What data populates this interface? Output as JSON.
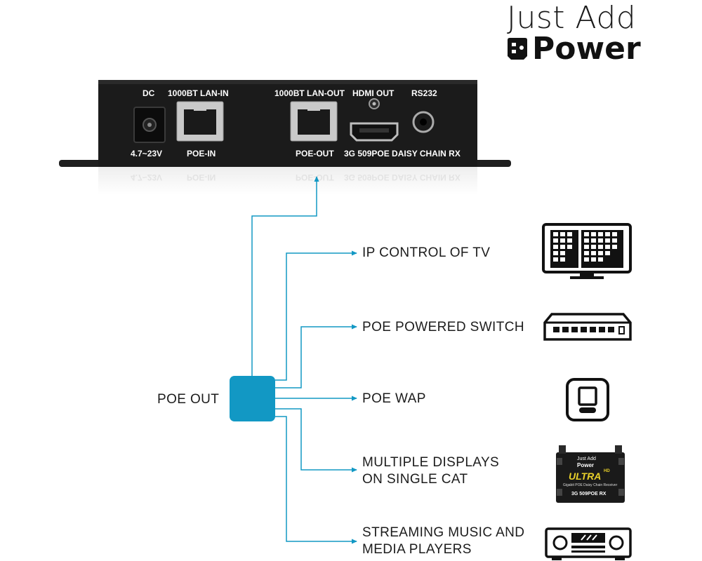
{
  "brand": {
    "line1": "Just Add",
    "line2": "Power"
  },
  "device": {
    "top_labels": [
      "DC",
      "1000BT LAN-IN",
      "1000BT LAN-OUT",
      "HDMI OUT",
      "RS232"
    ],
    "bottom_labels": [
      "4.7~23V",
      "POE-IN",
      "POE-OUT",
      "3G 509POE DAISY CHAIN RX"
    ]
  },
  "hub_label": "POE OUT",
  "outputs": [
    {
      "lines": [
        "IP CONTROL OF TV"
      ],
      "icon": "tv-icon"
    },
    {
      "lines": [
        "POE POWERED SWITCH"
      ],
      "icon": "switch-icon"
    },
    {
      "lines": [
        "POE WAP"
      ],
      "icon": "wap-icon"
    },
    {
      "lines": [
        "MULTIPLE DISPLAYS",
        "ON SINGLE CAT"
      ],
      "icon": "receiver-icon"
    },
    {
      "lines": [
        "STREAMING MUSIC AND",
        "MEDIA PLAYERS"
      ],
      "icon": "media-player-icon"
    }
  ],
  "receiver_thumb": {
    "brand1": "Just Add",
    "brand2": "Power",
    "logo": "ULTRA",
    "logo_sup": "HD",
    "sub": "Gigabit POE Daisy Chain Receiver",
    "model": "3G 509POE RX"
  },
  "colors": {
    "connector": "#1298c4",
    "hub": "#1298c4",
    "device": "#1b1b1b"
  }
}
